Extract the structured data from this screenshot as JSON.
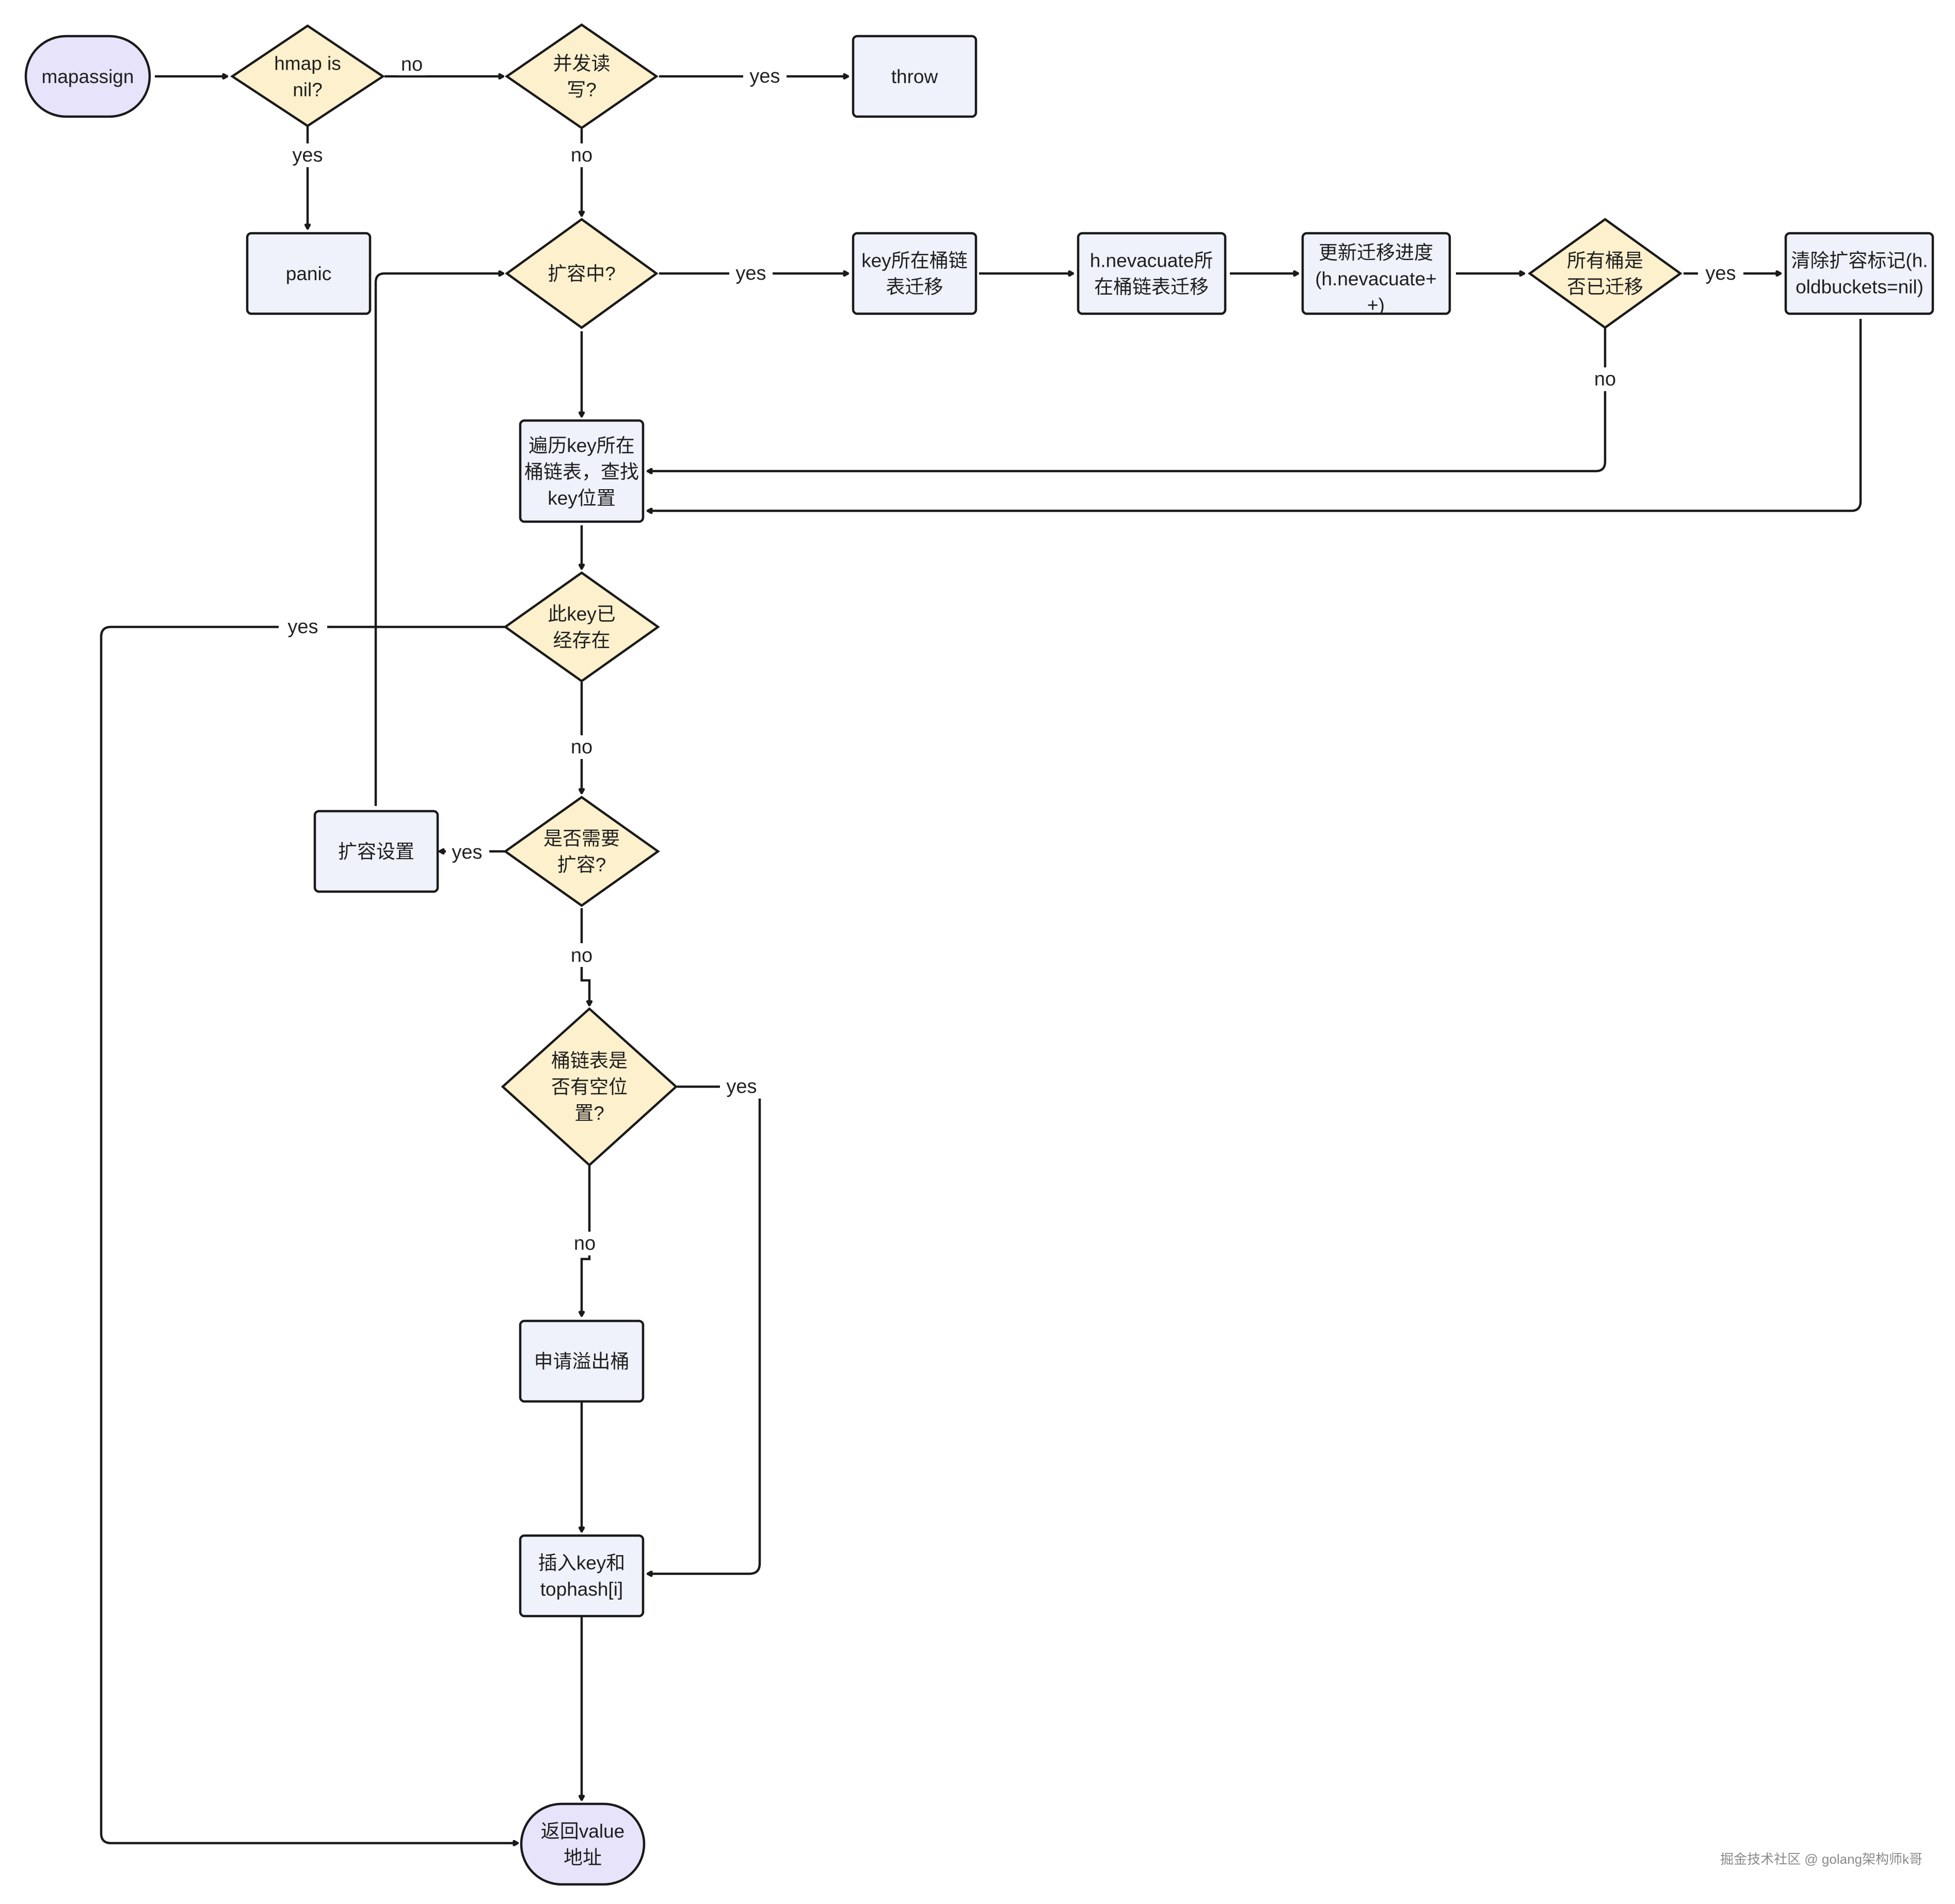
{
  "colors": {
    "terminal_fill": "#e7e3fb",
    "decision_fill": "#fdf0cc",
    "process_fill": "#eff1fb",
    "stroke": "#1a1a1a",
    "label_bg": "#ffffff"
  },
  "nodes": {
    "mapassign": {
      "lines": [
        "mapassign"
      ]
    },
    "hmap_nil": {
      "lines": [
        "hmap is",
        "nil?"
      ]
    },
    "concurrent": {
      "lines": [
        "并发读",
        "写?"
      ]
    },
    "throw": {
      "lines": [
        "throw"
      ]
    },
    "panic": {
      "lines": [
        "panic"
      ]
    },
    "growing": {
      "lines": [
        "扩容中?"
      ]
    },
    "bucket_evac": {
      "lines": [
        "key所在桶链",
        "表迁移"
      ]
    },
    "nevacuate_evac": {
      "lines": [
        "h.nevacuate所",
        "在桶链表迁移"
      ]
    },
    "update_progress": {
      "lines": [
        "更新迁移进度",
        "(h.nevacuate+",
        "+)"
      ]
    },
    "all_evacuated": {
      "lines": [
        "所有桶是",
        "否已迁移"
      ]
    },
    "clear_flag": {
      "lines": [
        "清除扩容标记(h.",
        "oldbuckets=nil)"
      ]
    },
    "traverse": {
      "lines": [
        "遍历key所在",
        "桶链表，查找",
        "key位置"
      ]
    },
    "key_exists": {
      "lines": [
        "此key已",
        "经存在"
      ]
    },
    "need_grow": {
      "lines": [
        "是否需要",
        "扩容?"
      ]
    },
    "grow_setup": {
      "lines": [
        "扩容设置"
      ]
    },
    "has_slot": {
      "lines": [
        "桶链表是",
        "否有空位",
        "置?"
      ]
    },
    "new_overflow": {
      "lines": [
        "申请溢出桶"
      ]
    },
    "insert": {
      "lines": [
        "插入key和",
        "tophash[i]"
      ]
    },
    "return_value": {
      "lines": [
        "返回value",
        "地址"
      ]
    }
  },
  "edge_labels": {
    "hmap_no": "no",
    "hmap_yes": "yes",
    "concurrent_yes": "yes",
    "concurrent_no": "no",
    "growing_yes": "yes",
    "all_yes": "yes",
    "all_no": "no",
    "exists_yes": "yes",
    "exists_no": "no",
    "need_yes": "yes",
    "need_no": "no",
    "slot_yes": "yes",
    "slot_no": "no"
  },
  "watermark": "掘金技术社区 @ golang架构师k哥"
}
